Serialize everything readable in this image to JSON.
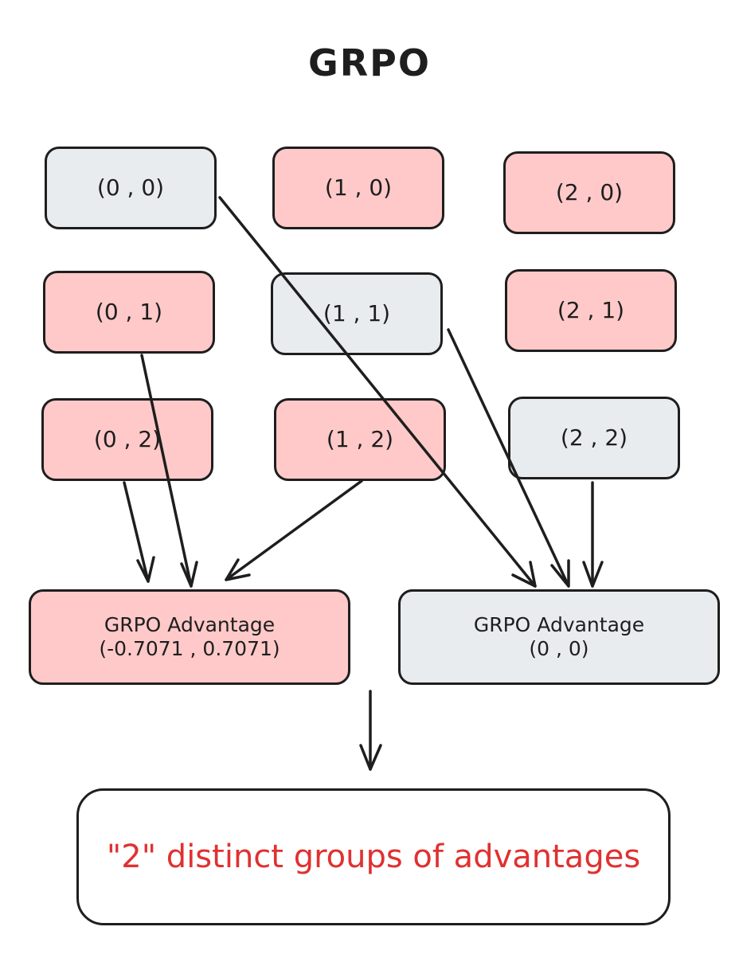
{
  "title": "GRPO",
  "nodes": [
    {
      "label": "(0 , 0)",
      "color": "#e9ecef"
    },
    {
      "label": "(1 , 0)",
      "color": "#ffc9c9"
    },
    {
      "label": "(2 , 0)",
      "color": "#ffc9c9"
    },
    {
      "label": "(0 , 1)",
      "color": "#ffc9c9"
    },
    {
      "label": "(1 , 1)",
      "color": "#e9ecef"
    },
    {
      "label": "(2 , 1)",
      "color": "#ffc9c9"
    },
    {
      "label": "(0 , 2)",
      "color": "#ffc9c9"
    },
    {
      "label": "(1 , 2)",
      "color": "#ffc9c9"
    },
    {
      "label": "(2 , 2)",
      "color": "#e9ecef"
    }
  ],
  "advantages": [
    {
      "title": "GRPO Advantage",
      "value": "(-0.7071 , 0.7071)",
      "color": "#ffc9c9"
    },
    {
      "title": "GRPO Advantage",
      "value": "(0 , 0)",
      "color": "#e9ecef"
    }
  ],
  "result": {
    "text": "\"2\" distinct groups of advantages",
    "color": "#e03131"
  }
}
